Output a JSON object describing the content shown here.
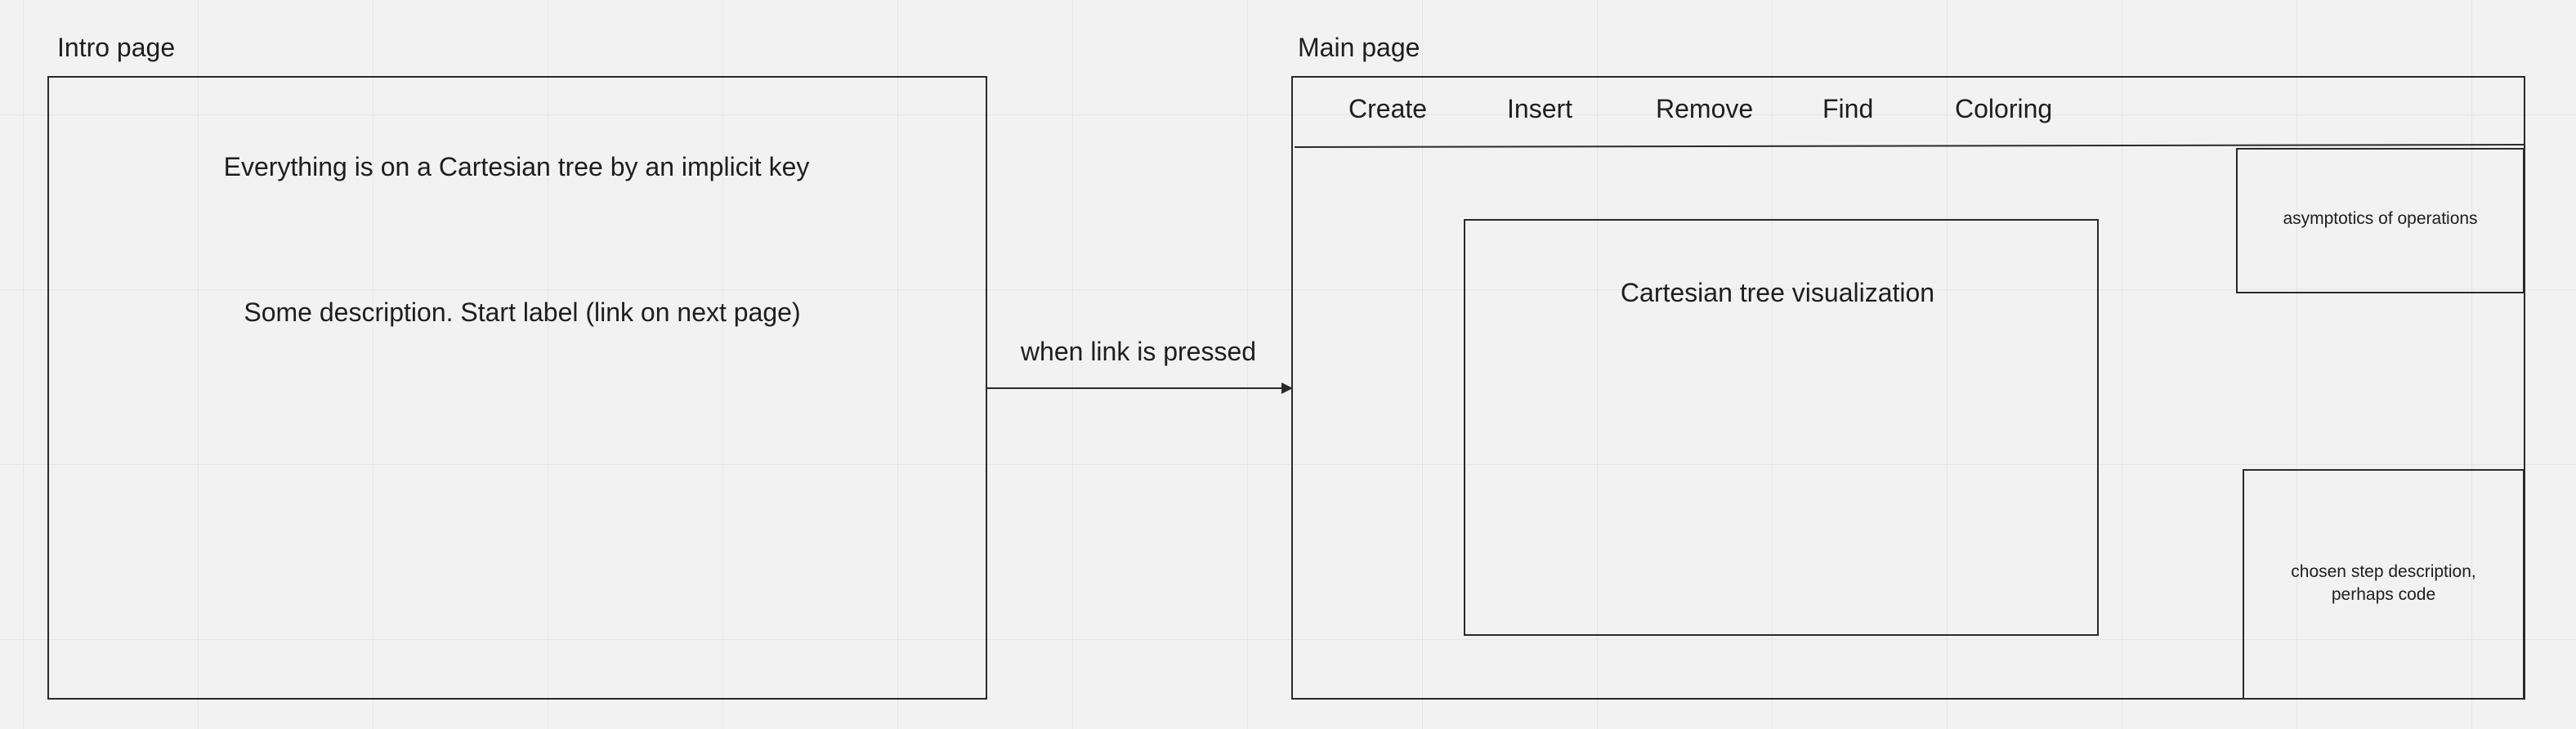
{
  "intro_frame": {
    "title": "Intro page",
    "heading": "Everything is on a Cartesian tree by an implicit key",
    "description": "Some description. Start label (link on next page)"
  },
  "connector": {
    "label": "when link is pressed"
  },
  "main_frame": {
    "title": "Main page",
    "menu": [
      {
        "label": "Create"
      },
      {
        "label": "Insert"
      },
      {
        "label": "Remove"
      },
      {
        "label": "Find"
      },
      {
        "label": "Coloring"
      }
    ],
    "visualization_label": "Cartesian tree visualization",
    "asymptotics_label": "asymptotics of operations",
    "step_description_label": "chosen step description, perhaps code"
  }
}
